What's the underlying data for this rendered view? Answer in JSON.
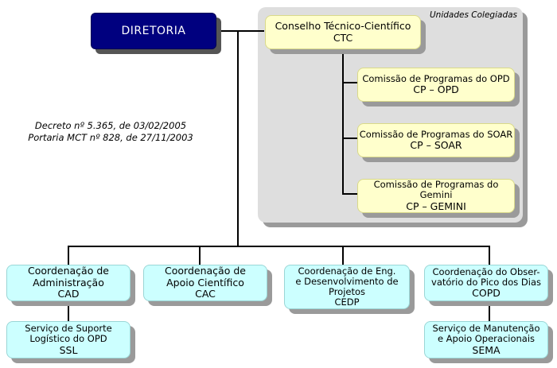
{
  "panel_label": "Unidades Colegiadas",
  "diretoria": "DIRETORIA",
  "decree": {
    "line1": "Decreto nº 5.365, de 03/02/2005",
    "line2": "Portaria MCT nº 828, de 27/11/2003"
  },
  "ctc": {
    "name": "Conselho Técnico-Científico",
    "abbr": "CTC"
  },
  "committees": [
    {
      "name": "Comissão de Programas do OPD",
      "abbr": "CP – OPD"
    },
    {
      "name": "Comissão de Programas do SOAR",
      "abbr": "CP – SOAR"
    },
    {
      "name": "Comissão de Programas do Gemini",
      "abbr": "CP – GEMINI"
    }
  ],
  "coordinations": [
    {
      "line1": "Coordenação de",
      "line2": "Administração",
      "abbr": "CAD"
    },
    {
      "line1": "Coordenação de",
      "line2": "Apoio Científico",
      "abbr": "CAC"
    },
    {
      "line1": "Coordenação de Eng.",
      "line2": "e Desenvolvimento de",
      "line3": "Projetos",
      "abbr": "CEDP"
    },
    {
      "line1": "Coordenação do Obser-",
      "line2": "vatório do Pico dos Dias",
      "abbr": "COPD"
    }
  ],
  "services": [
    {
      "line1": "Serviço de Suporte",
      "line2": "Logístico do OPD",
      "abbr": "SSL"
    },
    {
      "line1": "Serviço de Manutenção",
      "line2": "e Apoio Operacionais",
      "abbr": "SEMA"
    }
  ]
}
